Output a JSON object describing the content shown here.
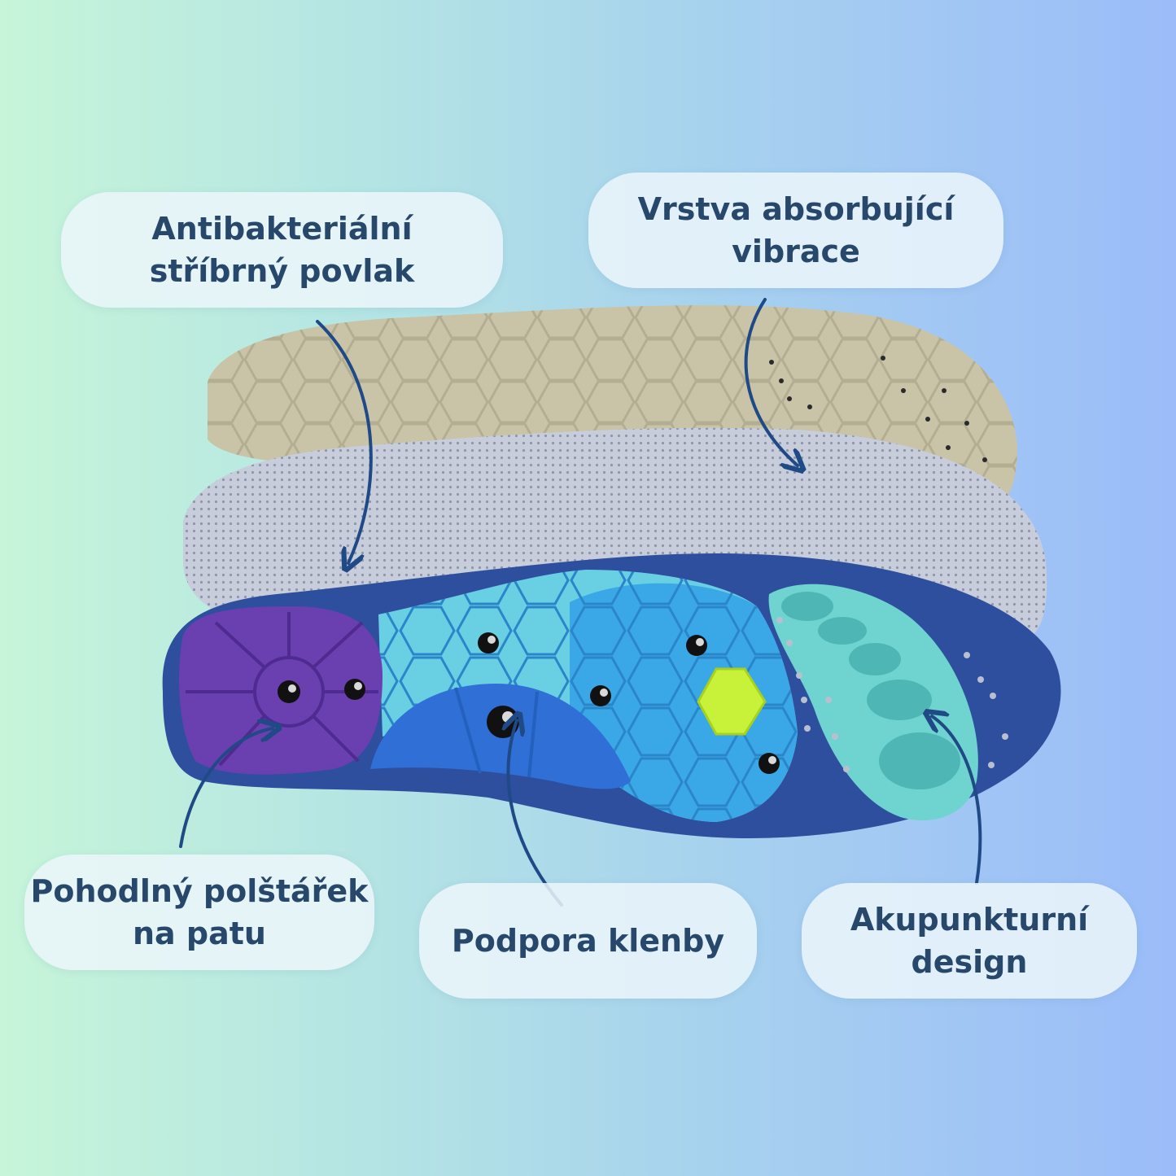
{
  "callouts": {
    "antibacterial": {
      "line1": "Antibakteriální",
      "line2": "stříbrný povlak"
    },
    "vibration": {
      "line1": "Vrstva absorbující",
      "line2": "vibrace"
    },
    "heel": {
      "line1": "Pohodlný polštářek",
      "line2": "na patu"
    },
    "arch": {
      "line1": "Podpora klenby"
    },
    "acupuncture": {
      "line1": "Akupunkturní",
      "line2": "design"
    }
  },
  "colors": {
    "text": "#27476b",
    "arrow": "#1f4a86",
    "base_layer": "#2e4f9e",
    "heel_pad": "#6a3fb0",
    "arch_pad": "#2f6fd6",
    "honeycomb": "#3aa8e6",
    "toe_pad": "#6fd3d0",
    "mesh": "#c7cddb",
    "top_layer": "#c9c4a8",
    "center_node": "#c8f23a"
  },
  "icons": [
    "arrow-icon"
  ]
}
